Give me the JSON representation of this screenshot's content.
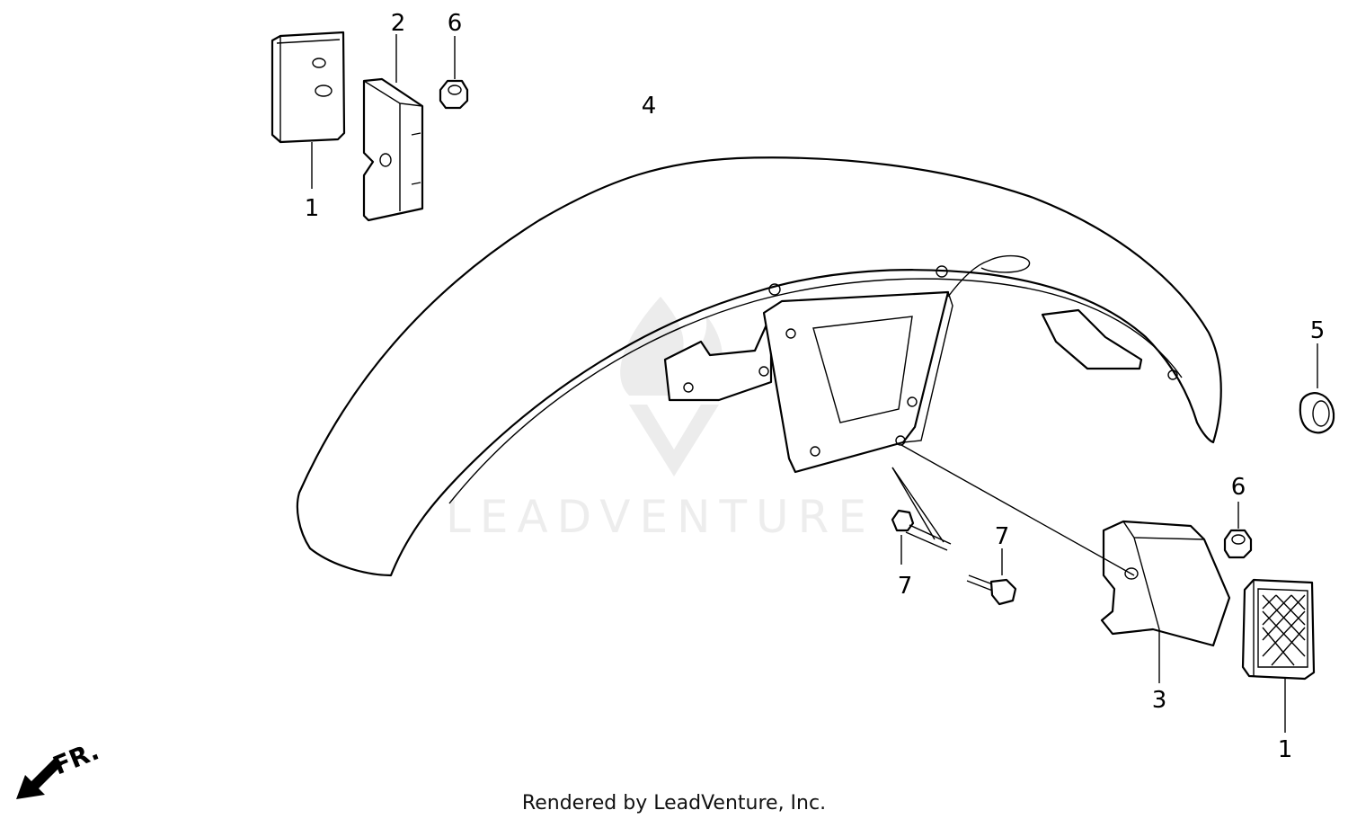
{
  "callouts": {
    "c1a": "1",
    "c2": "2",
    "c6a": "6",
    "c4": "4",
    "c5": "5",
    "c6b": "6",
    "c7a": "7",
    "c7b": "7",
    "c3": "3",
    "c1b": "1"
  },
  "watermark": "LEADVENTURE",
  "direction_label": "FR.",
  "footer": "Rendered by LeadVenture, Inc."
}
